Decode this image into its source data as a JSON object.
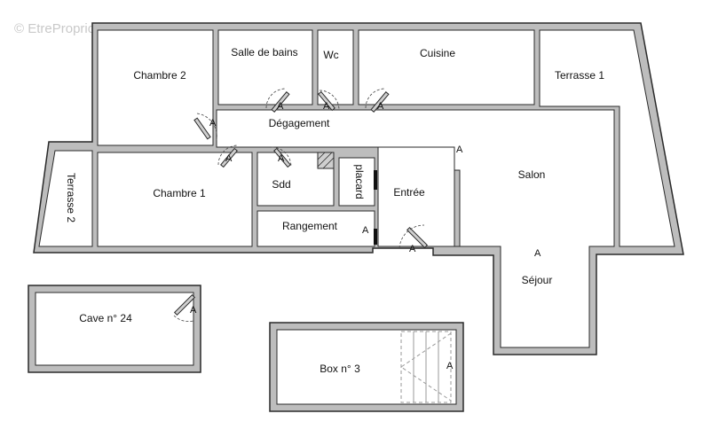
{
  "watermark": "© EtreProprio.com",
  "rooms": {
    "chambre2": "Chambre 2",
    "salle_de_bains": "Salle de bains",
    "wc": "Wc",
    "cuisine": "Cuisine",
    "terrasse1": "Terrasse 1",
    "degagement": "Dégagement",
    "salon": "Salon",
    "terrasse2": "Terrasse 2",
    "chambre1": "Chambre 1",
    "sdd": "Sdd",
    "placard": "placard",
    "entree": "Entrée",
    "rangement": "Rangement",
    "sejour": "Séjour",
    "cave": "Cave n° 24",
    "box": "Box n° 3"
  },
  "marker_label": "A",
  "colors": {
    "wall": "#bdbdbd",
    "line": "#2a2a2a",
    "floor": "#ffffff"
  }
}
